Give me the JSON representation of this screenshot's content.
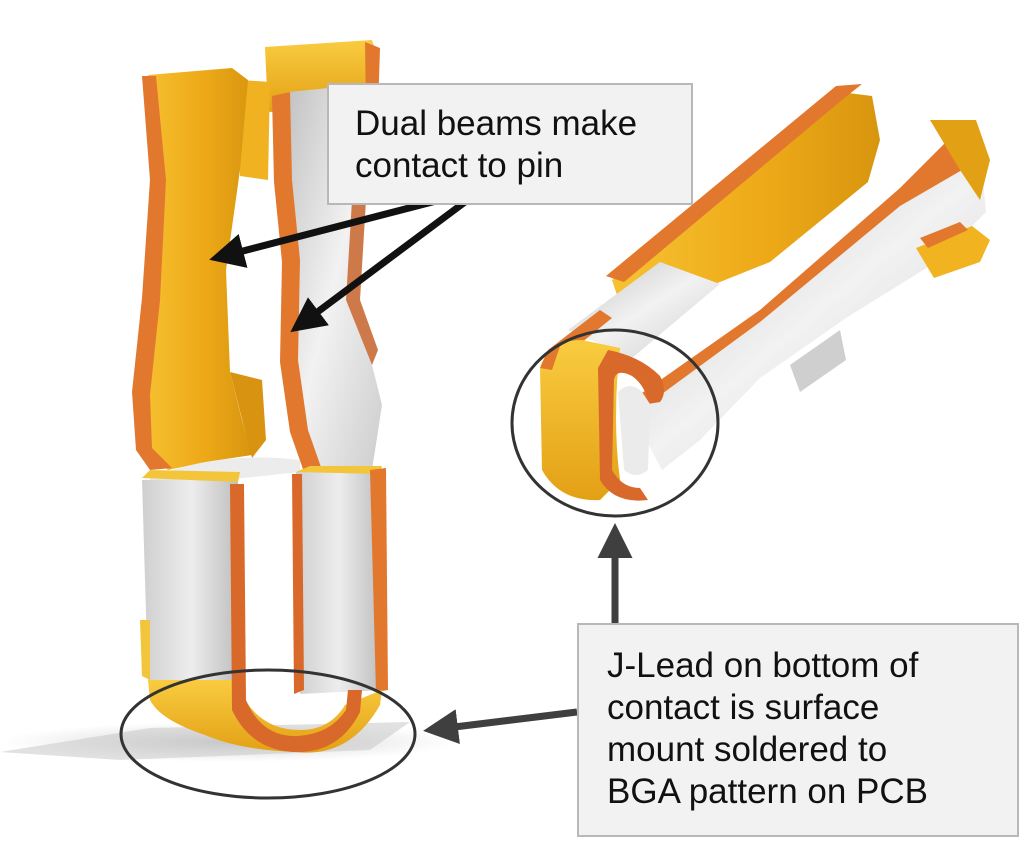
{
  "callouts": {
    "beams": {
      "lines": [
        "Dual beams make",
        "contact to pin"
      ]
    },
    "jlead": {
      "lines": [
        "J-Lead on bottom of",
        "contact is surface",
        "mount soldered to",
        "BGA pattern on PCB"
      ]
    }
  },
  "colors": {
    "gold": "#f2b01e",
    "gold_dark": "#d99a12",
    "copper_edge": "#e2782e",
    "copper_edge_dark": "#c6612a",
    "silver": "#d9d9d9",
    "silver_light": "#f0f0f0",
    "silver_dark": "#b9b9b9",
    "arrow": "#111111",
    "arrow_gray": "#3f3f3f",
    "ellipse": "#333333",
    "box_fill": "#f2f2f2",
    "box_border": "#b8b8b8"
  },
  "icons": {
    "left_part": "upright-socket-contact-illustration",
    "right_part": "tilted-socket-contact-illustration"
  }
}
